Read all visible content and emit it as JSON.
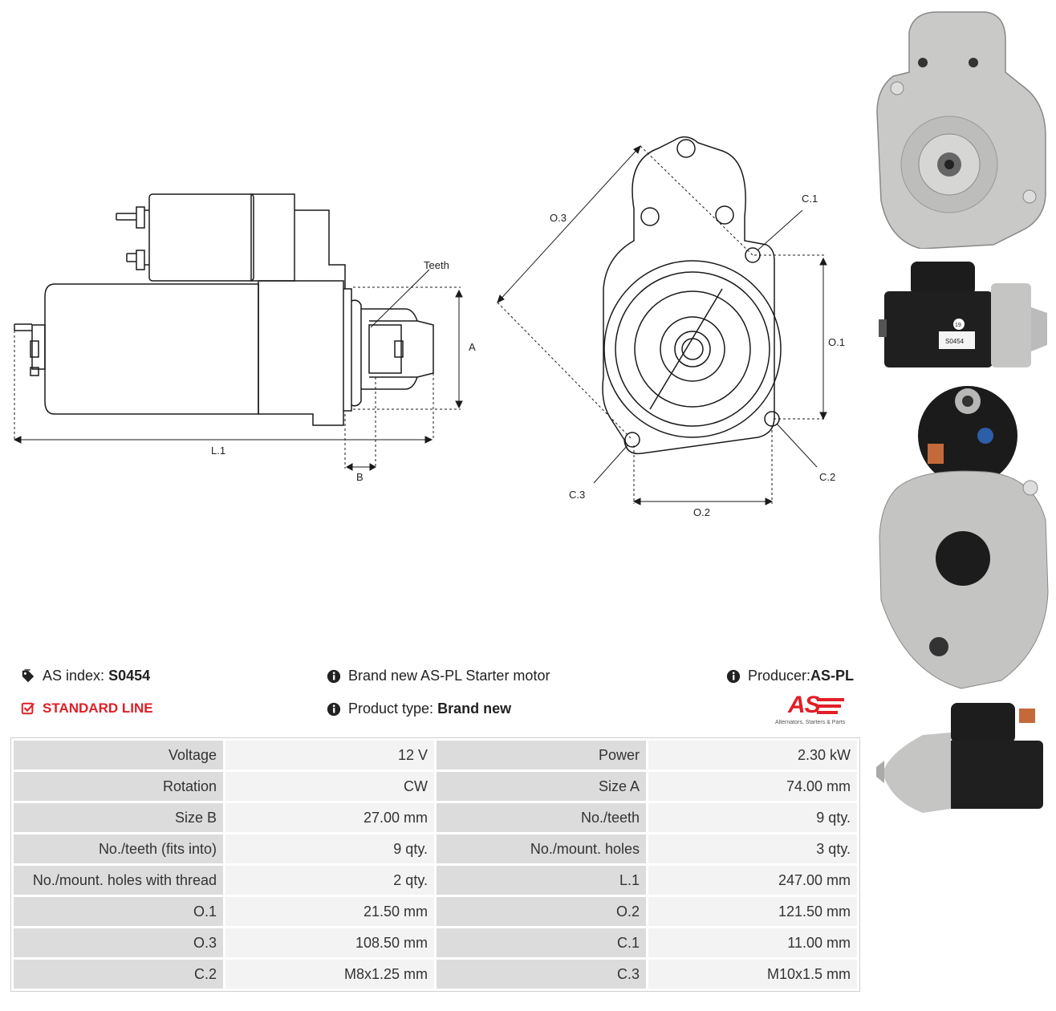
{
  "drawing_labels": {
    "teeth": "Teeth",
    "a": "A",
    "l1": "L.1",
    "b": "B",
    "o3": "O.3",
    "c1": "C.1",
    "o1": "O.1",
    "c2": "C.2",
    "c3": "C.3",
    "o2": "O.2"
  },
  "info": {
    "as_index_label": "AS index:",
    "as_index_value": "S0454",
    "line": "STANDARD LINE",
    "title": "Brand new AS-PL Starter motor",
    "product_type_label": "Product type:",
    "product_type_value": "Brand new",
    "producer_label": "Producer:",
    "producer_value": "AS-PL",
    "icons": [
      "tag-icon",
      "checkbox-icon",
      "info-icon"
    ]
  },
  "logo": {
    "mark": "AS",
    "tagline": "Alternators, Starters & Parts",
    "color": "#e21e26"
  },
  "specs": [
    [
      {
        "label": "Voltage",
        "value": "12 V"
      },
      {
        "label": "Power",
        "value": "2.30 kW"
      }
    ],
    [
      {
        "label": "Rotation",
        "value": "CW"
      },
      {
        "label": "Size A",
        "value": "74.00 mm"
      }
    ],
    [
      {
        "label": "Size B",
        "value": "27.00 mm"
      },
      {
        "label": "No./teeth",
        "value": "9 qty."
      }
    ],
    [
      {
        "label": "No./teeth (fits into)",
        "value": "9 qty."
      },
      {
        "label": "No./mount. holes",
        "value": "3 qty."
      }
    ],
    [
      {
        "label": "No./mount. holes with thread",
        "value": "2 qty."
      },
      {
        "label": "L.1",
        "value": "247.00 mm"
      }
    ],
    [
      {
        "label": "O.1",
        "value": "21.50 mm"
      },
      {
        "label": "O.2",
        "value": "121.50 mm"
      }
    ],
    [
      {
        "label": "O.3",
        "value": "108.50 mm"
      },
      {
        "label": "C.1",
        "value": "11.00 mm"
      }
    ],
    [
      {
        "label": "C.2",
        "value": "M8x1.25 mm"
      },
      {
        "label": "C.3",
        "value": "M10x1.5 mm"
      }
    ]
  ],
  "photo_labels": {
    "number": "19",
    "part": "S0454"
  }
}
